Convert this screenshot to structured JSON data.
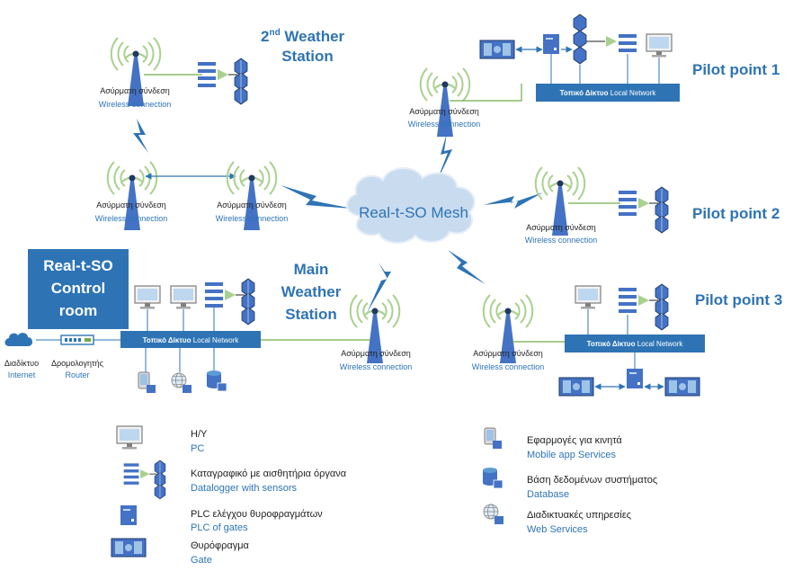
{
  "wireless_gr": "Ασύρματη σύνδεση",
  "wireless_en": "Wireless connection",
  "local_net_gr": "Τοπικό Δίκτυο",
  "local_net_en": "Local Network",
  "second_station": {
    "sup": "nd",
    "line1_rest": " Weather",
    "num": "2",
    "line2": "Station"
  },
  "main_station": {
    "line1": "Main",
    "line2": "Weather",
    "line3": "Station"
  },
  "mesh_label": "Real-t-SO Mesh",
  "control_room": {
    "line1": "Real-t-SO",
    "line2": "Control",
    "line3": "room"
  },
  "pilots": {
    "p1": "Pilot point 1",
    "p2": "Pilot point 2",
    "p3": "Pilot point 3"
  },
  "internet": {
    "gr": "Διαδίκτυο",
    "en": "Internet"
  },
  "router": {
    "gr": "Δρομολογητής",
    "en": "Router"
  },
  "legend": {
    "pc_gr": "Η/Υ",
    "pc_en": "PC",
    "datalogger_gr": "Καταγραφικό με αισθητήρια όργανα",
    "datalogger_en": "Datalogger with sensors",
    "plc_gr": "PLC ελέγχου θυροφραγμάτων",
    "plc_en": "PLC of gates",
    "gate_gr": "Θυρόφραγμα",
    "gate_en": "Gate",
    "mobile_gr": "Εφαρμογές για κινητά",
    "mobile_en": "Mobile app Services",
    "db_gr": "Βάση δεδομένων συστήματος",
    "db_en": "Database",
    "web_gr": "Διαδικτυακές υπηρεσίες",
    "web_en": "Web Services"
  },
  "colors": {
    "accent": "#2e74b5",
    "green_line": "#70ad47",
    "tower": "#4472c4",
    "cloud": "#c9dcef"
  }
}
